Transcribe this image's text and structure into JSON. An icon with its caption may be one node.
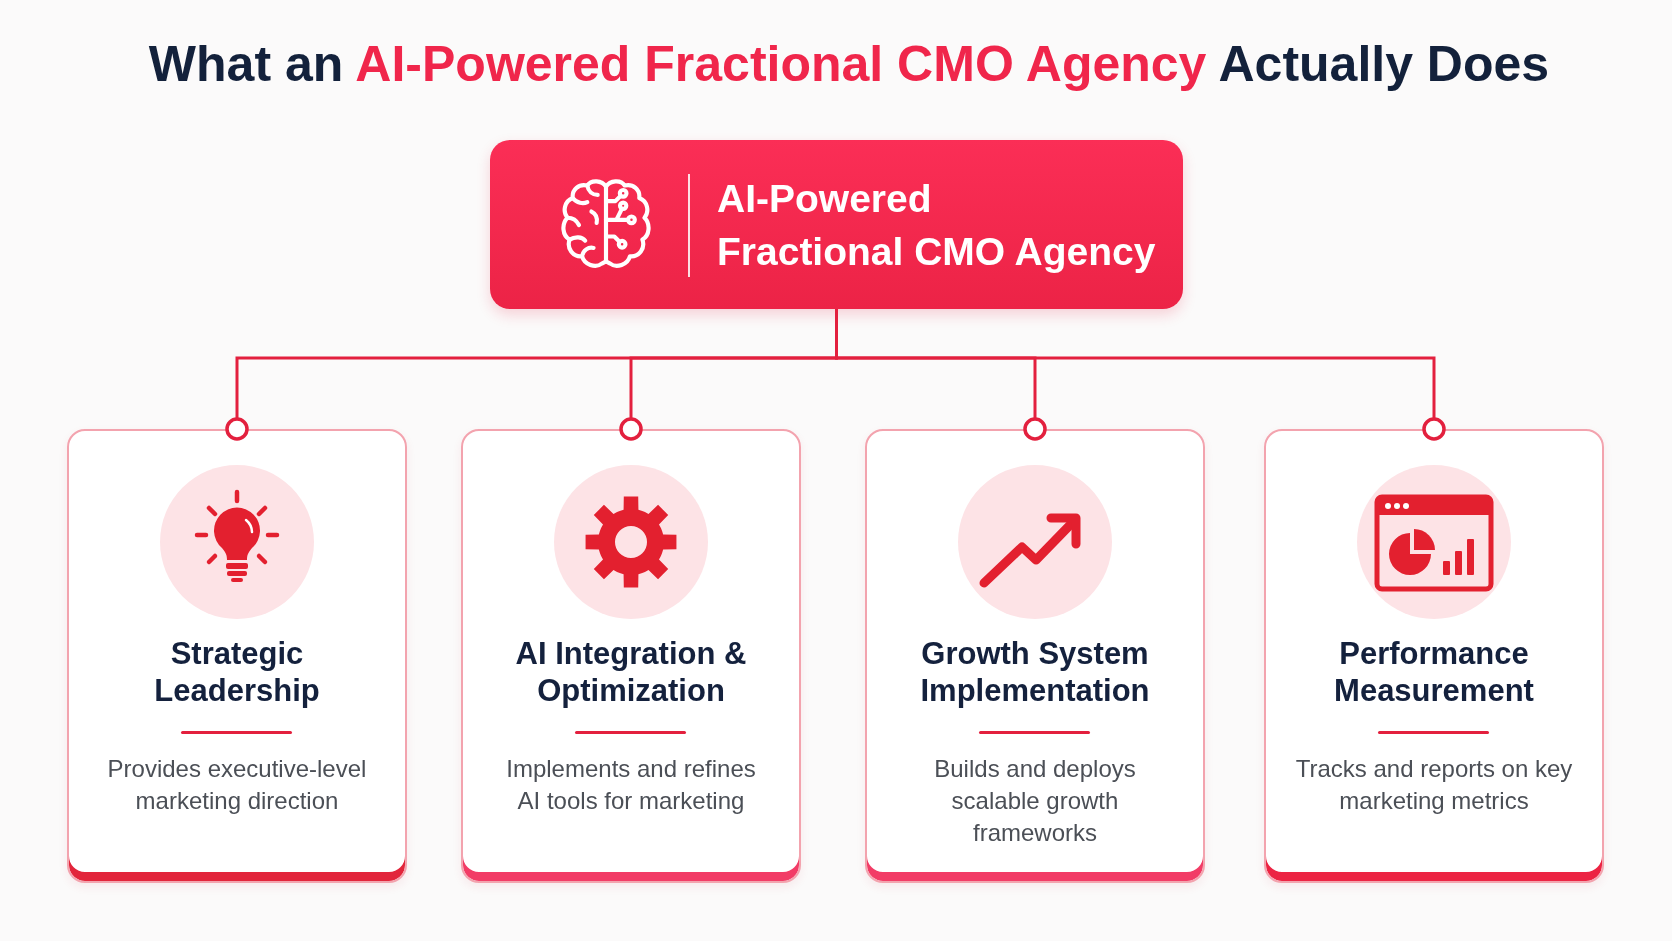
{
  "diagram": {
    "title": "What an **AI-Powered Fractional CMO Agency** Actually Does",
    "nodes": [
      {
        "text": [
          "AI-Powered Fractional CMO Agency"
        ]
      },
      {
        "text": [
          "Strategic Leadership",
          "Provides executive-level marketing direction"
        ]
      },
      {
        "text": [
          "AI Integration & Optimization",
          "Implements and refines AI tools for marketing"
        ]
      },
      {
        "text": [
          "Growth System Implementation",
          "Builds and deploys scalable growth frameworks"
        ]
      },
      {
        "text": [
          "Performance Measurement",
          "Tracks and reports on key marketing metrics"
        ]
      }
    ],
    "edges": [
      {
        "from": 0,
        "to": 1,
        "arrow": "other"
      },
      {
        "from": 0,
        "to": 2,
        "arrow": "other"
      },
      {
        "from": 0,
        "to": 3,
        "arrow": "other"
      },
      {
        "from": 0,
        "to": 4,
        "arrow": "other"
      }
    ]
  }
}
